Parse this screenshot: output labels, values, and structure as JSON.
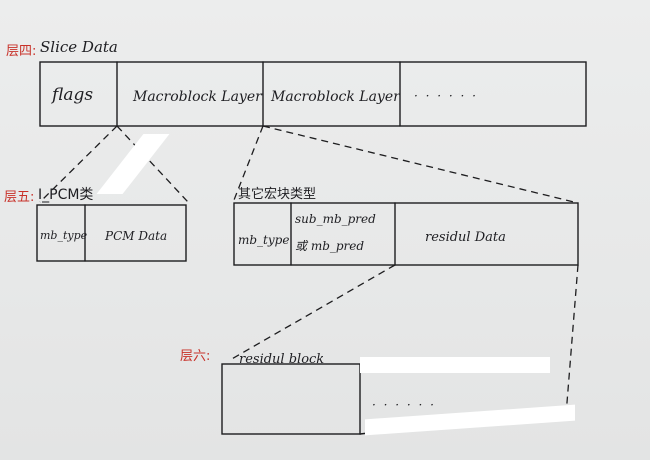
{
  "layer4": {
    "tag": "层四:",
    "title": "Slice Data",
    "cells": [
      "flags",
      "Macroblock Layer",
      "Macroblock Layer",
      "· · · · · ·"
    ]
  },
  "layer5": {
    "tag": "层五:",
    "left_title": "I_PCM类",
    "left_cells": [
      "mb_type",
      "PCM Data"
    ],
    "right_title": "其它宏块类型",
    "right_cells": {
      "mb_type": "mb_type",
      "pred_top": "sub_mb_pred",
      "pred_bottom": "或 mb_pred",
      "residual": "residul Data"
    }
  },
  "layer6": {
    "tag": "层六:",
    "title": "residul block",
    "dots": "· · · · · ·"
  },
  "colors": {
    "ink": "#1d1d1f",
    "red_ink": "#c8322a",
    "paper": "#e9eaea"
  }
}
